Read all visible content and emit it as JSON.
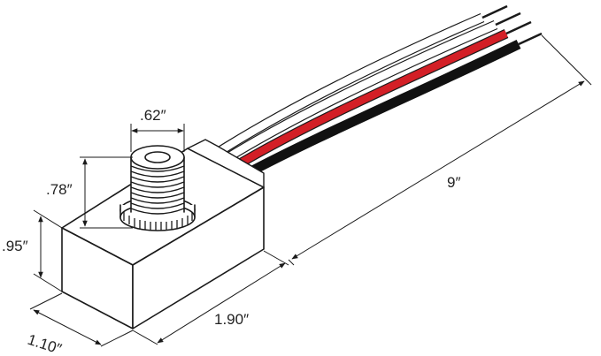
{
  "dimensions": {
    "sensor_diameter": ".62″",
    "sensor_height": ".78″",
    "body_height": ".95″",
    "body_width": "1.10″",
    "body_length": "1.90″",
    "lead_length": "9″"
  },
  "colors": {
    "outline": "#1a1a1a",
    "wire_white": "#ffffff",
    "wire_red": "#d31f26",
    "wire_black": "#111111",
    "housing": "#ffffff"
  }
}
